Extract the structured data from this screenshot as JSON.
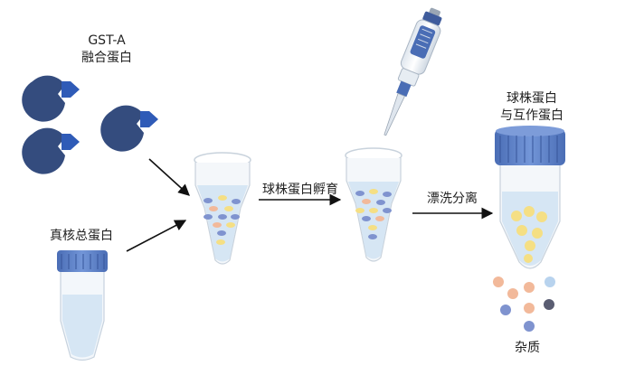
{
  "labels": {
    "gst_fusion_line1": "GST-A",
    "gst_fusion_line2": "融合蛋白",
    "eukaryotic_protein": "真核总蛋白",
    "incubation_step": "球株蛋白孵育",
    "wash_step": "漂洗分离",
    "result_line1": "球株蛋白",
    "result_line2": "与互作蛋白",
    "impurities": "杂质"
  },
  "colors": {
    "fusion_protein": "#344c7e",
    "gst_tag": "#2f5bb7",
    "cap_blue": "#5b7fc4",
    "liquid": "#d6e6f4",
    "bead_yellow": "#f5df84",
    "bead_orange": "#f2b99a",
    "bead_blue": "#7f93cf",
    "impurity_light_blue": "#b8d3ee",
    "impurity_dark": "#5a5d72",
    "arrow": "#111111"
  },
  "icons": [
    "fusion-protein-icon",
    "pipette-icon",
    "tube-icon",
    "arrow-icon"
  ]
}
